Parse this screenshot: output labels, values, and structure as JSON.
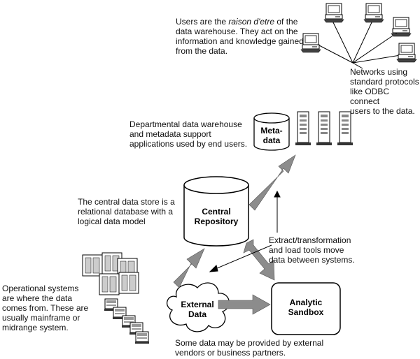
{
  "annotations": {
    "users_pre": "Users are the ",
    "users_italic": "raison d'etre",
    "users_post_1": " of the",
    "users_lines": [
      "data warehouse. They act on the",
      "information and knowledge gained",
      "from the data."
    ],
    "networks": [
      "Networks using",
      "standard protocols",
      "like ODBC connect",
      "users to the data."
    ],
    "departmental": [
      "Departmental data warehouse",
      "and metadata support",
      "applications used by end users."
    ],
    "central_store": [
      "The central data store is a",
      "relational database with a",
      "logical data model"
    ],
    "etl": [
      "Extract/transformation",
      "and load tools move",
      "data between systems."
    ],
    "operational": [
      "Operational systems",
      "are where the data",
      "comes from. These are",
      "usually mainframe or",
      "midrange system."
    ],
    "external_source": [
      "Some data may be provided by external",
      "vendors or business partners."
    ]
  },
  "nodes": {
    "metadata": [
      "Meta-",
      "data"
    ],
    "central_repository": [
      "Central",
      "Repository"
    ],
    "external_data": [
      "External",
      "Data"
    ],
    "analytic_sandbox": [
      "Analytic",
      "Sandbox"
    ]
  },
  "icons": {
    "user_terminal": "desktop-computer-icon",
    "server_tower": "server-tower-icon",
    "mainframe": "mainframe-cabinet-icon",
    "printer_stack": "line-printer-icon"
  },
  "colors": {
    "arrow_fill": "#8c8c8c",
    "line": "#000000"
  }
}
